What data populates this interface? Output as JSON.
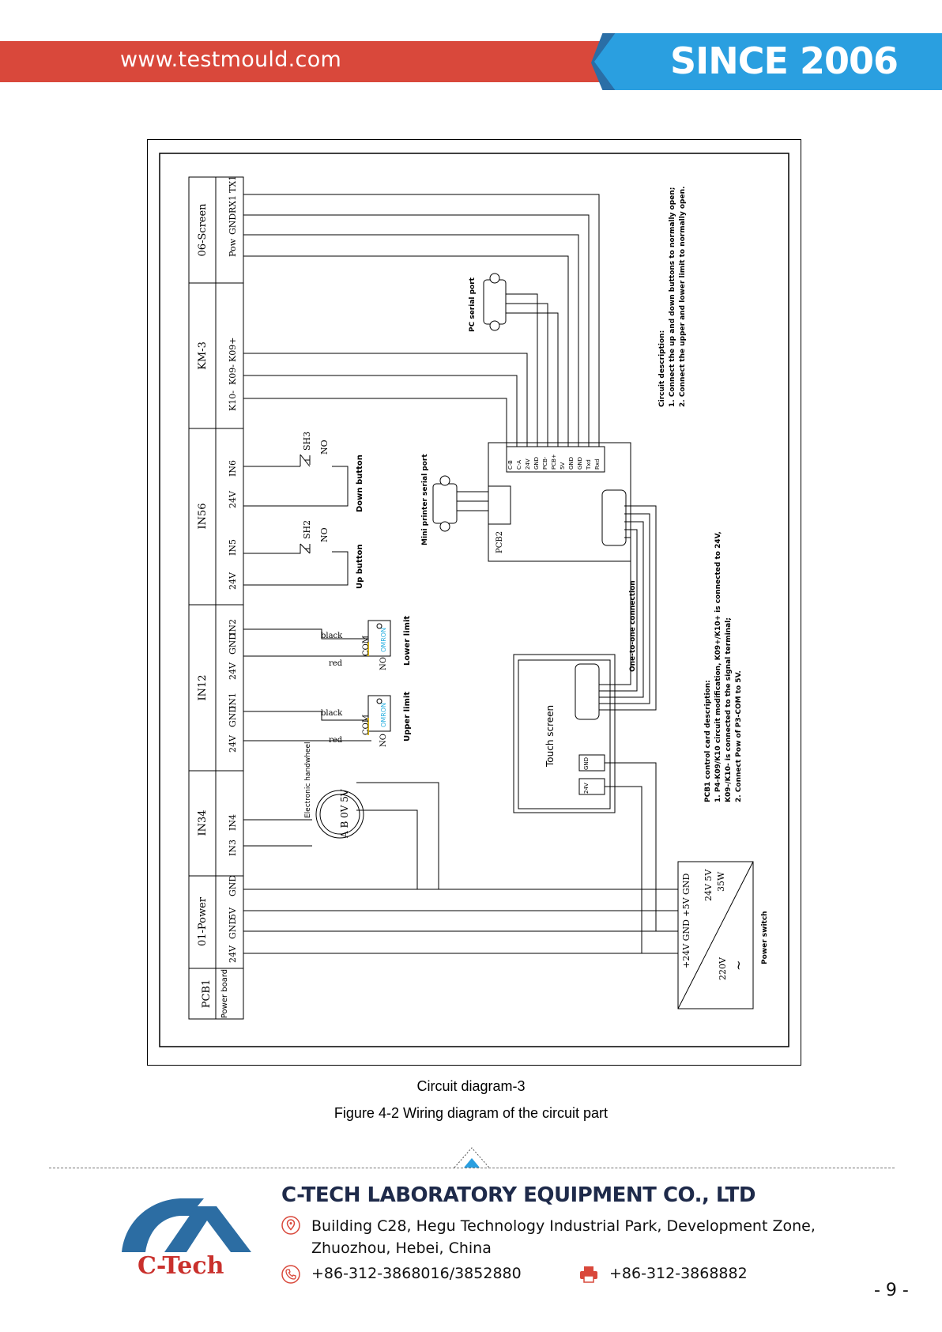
{
  "header": {
    "url": "www.testmould.com",
    "since": "SINCE 2006",
    "colors": {
      "red": "#d9483b",
      "blue": "#2a9fe0"
    }
  },
  "diagram": {
    "pcb1_label": "PCB1",
    "power_board_label": "Power board",
    "blocks": [
      {
        "name": "01-Power",
        "pins": [
          "24V",
          "GND",
          "5V",
          "GND"
        ]
      },
      {
        "name": "IN34",
        "pins": [
          "IN3",
          "IN4"
        ]
      },
      {
        "name": "IN12",
        "pins": [
          "24V",
          "GND",
          "IN1",
          "24V",
          "GND",
          "IN2"
        ]
      },
      {
        "name": "IN56",
        "pins": [
          "24V",
          "IN5",
          "24V",
          "IN6"
        ]
      },
      {
        "name": "KM-3",
        "pins": [
          "K10-",
          "K09-",
          "K09+"
        ]
      },
      {
        "name": "06-Screen",
        "pins": [
          "Pow",
          "GND",
          "RX1",
          "TX1"
        ]
      }
    ],
    "handwheel_label": "Electronic handwheel",
    "handwheel_pins": "A  B  0V  5V",
    "upper_limit": {
      "label": "Upper limit",
      "black": "black",
      "red": "red",
      "com": "COM",
      "no": "NO",
      "brand": "OMRON"
    },
    "lower_limit": {
      "label": "Lower limit",
      "black": "black",
      "red": "red",
      "com": "COM",
      "no": "NO",
      "brand": "OMRON"
    },
    "up_button": {
      "label": "Up button",
      "sw": "SH2",
      "no": "NO"
    },
    "down_button": {
      "label": "Down button",
      "sw": "SH3",
      "no": "NO"
    },
    "mini_printer": "Mini printer serial port",
    "pc_serial": "PC serial port",
    "pcb2": "PCB2",
    "terminal_labels": [
      "C-B",
      "C-A",
      "24V",
      "GND",
      "PCB-",
      "PCB+",
      "5V",
      "GND",
      "GND",
      "Txd",
      "Rxd"
    ],
    "one_to_one": "One-to-one connection",
    "touch_screen": "Touch screen",
    "ts_gnd": "GND",
    "ts_24v": "24V",
    "psu": {
      "out": "+24V  GND  +5V  GND",
      "rating": "24V  5V",
      "watt": "35W",
      "input": "220V",
      "ac": "~",
      "switch": "Power switch"
    },
    "circuit_desc": [
      "Circuit description:",
      "1. Connect the up and down buttons to normally open;",
      "2. Connect the upper and lower limit to normally open."
    ],
    "pcb1_desc": [
      "PCB1 control card description:",
      "1. P4-K09/K10 circuit modification, K09+/K10+ is connected to 24V,",
      "    K09-/K10- is connected to the signal terminal;",
      "2. Connect Pow of P3-COM to 5V."
    ]
  },
  "captions": {
    "title": "Circuit diagram-3",
    "figure": "Figure 4-2 Wiring diagram of the circuit part"
  },
  "footer": {
    "company": "C-TECH LABORATORY EQUIPMENT CO., LTD",
    "address_line1": "Building C28, Hegu Technology Industrial Park, Development Zone,",
    "address_line2": "Zhuozhou, Hebei, China",
    "phone": "+86-312-3868016/3852880",
    "fax": "+86-312-3868882",
    "logo_text": "C-Tech",
    "page": "- 9 -",
    "icons": [
      "location-icon",
      "phone-icon",
      "fax-icon"
    ]
  }
}
